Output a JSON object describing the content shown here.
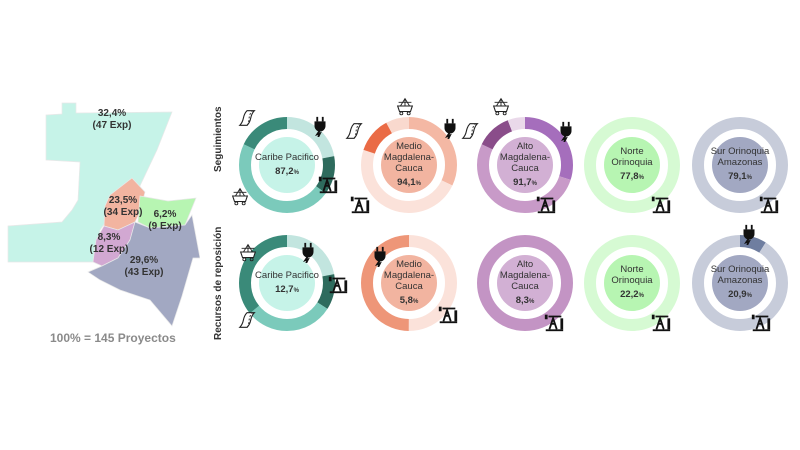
{
  "map": {
    "regions": [
      {
        "name": "Caribe Pacifico",
        "pct": "32,4%",
        "exp": "(47 Exp)",
        "color": "#c6f3e8"
      },
      {
        "name": "Medio Magdalena-Cauca",
        "pct": "23,5%",
        "exp": "(34 Exp)",
        "color": "#f2b4a0"
      },
      {
        "name": "Norte Orinoquia",
        "pct": "6,2%",
        "exp": "(9 Exp)",
        "color": "#b7f5b2"
      },
      {
        "name": "Alto Magdalena-Cauca",
        "pct": "8,3%",
        "exp": "(12 Exp)",
        "color": "#d2a8d2"
      },
      {
        "name": "Sur Orinoquia Amazonas",
        "pct": "29,6%",
        "exp": "(43 Exp)",
        "color": "#a2a8c2"
      }
    ],
    "total": "100% = 145 Proyectos"
  },
  "rows": [
    {
      "label": "Seguimientos",
      "donuts": [
        {
          "name": "Caribe Pacifico",
          "lines": [
            "Caribe Pacifico"
          ],
          "pct": "87,2",
          "center": "#c6f3e8",
          "segments": [
            {
              "v": 0.22,
              "c": "#c2e5df"
            },
            {
              "v": 0.13,
              "c": "#2e6b5d"
            },
            {
              "v": 0.47,
              "c": "#7bcabb"
            },
            {
              "v": 0.18,
              "c": "#3a8a79"
            }
          ],
          "icons": [
            "road",
            "plug",
            "cart",
            "pump"
          ]
        },
        {
          "name": "Medio Magdalena-Cauca",
          "lines": [
            "Medio",
            "Magdalena-",
            "Cauca"
          ],
          "pct": "94,1",
          "center": "#f2b4a0",
          "segments": [
            {
              "v": 0.32,
              "c": "#f4b8a4"
            },
            {
              "v": 0.48,
              "c": "#fbe2da"
            },
            {
              "v": 0.12,
              "c": "#ea6b45"
            },
            {
              "v": 0.08,
              "c": "#f9d9ce"
            }
          ],
          "icons": [
            "cart",
            "road",
            "plug",
            "pump"
          ]
        },
        {
          "name": "Alto Magdalena-Cauca",
          "lines": [
            "Alto",
            "Magdalena-",
            "Cauca"
          ],
          "pct": "91,7",
          "center": "#d2b0d4",
          "segments": [
            {
              "v": 0.3,
              "c": "#a56ebc"
            },
            {
              "v": 0.52,
              "c": "#c89ac8"
            },
            {
              "v": 0.12,
              "c": "#8a4d8a"
            },
            {
              "v": 0.06,
              "c": "#ead9ea"
            }
          ],
          "icons": [
            "cart",
            "road",
            "plug",
            "pump"
          ]
        },
        {
          "name": "Norte Orinoquia",
          "lines": [
            "Norte",
            "Orinoquia"
          ],
          "pct": "77,8",
          "center": "#b7f5b2",
          "segments": [
            {
              "v": 1,
              "c": "#d6fad3"
            }
          ],
          "icons": [
            "pump"
          ]
        },
        {
          "name": "Sur Orinoquia Amazonas",
          "lines": [
            "Sur Orinoquia",
            "Amazonas"
          ],
          "pct": "79,1",
          "center": "#a2a8c2",
          "segments": [
            {
              "v": 1,
              "c": "#c7ccda"
            }
          ],
          "icons": [
            "pump"
          ]
        }
      ]
    },
    {
      "label": "Recursos de reposición",
      "donuts": [
        {
          "name": "Caribe Pacifico",
          "lines": [
            "Caribe Pacifico"
          ],
          "pct": "12,7",
          "center": "#c6f3e8",
          "segments": [
            {
              "v": 0.22,
              "c": "#c2e5df"
            },
            {
              "v": 0.12,
              "c": "#2e6b5d"
            },
            {
              "v": 0.3,
              "c": "#7bcabb"
            },
            {
              "v": 0.36,
              "c": "#3a8a79"
            }
          ],
          "icons": [
            "cart",
            "plug",
            "pump",
            "road"
          ]
        },
        {
          "name": "Medio Magdalena-Cauca",
          "lines": [
            "Medio",
            "Magdalena-",
            "Cauca"
          ],
          "pct": "5,8",
          "center": "#f2b4a0",
          "segments": [
            {
              "v": 0.5,
              "c": "#fbe2da"
            },
            {
              "v": 0.5,
              "c": "#ee9678"
            }
          ],
          "icons": [
            "plug",
            "pump"
          ]
        },
        {
          "name": "Alto Magdalena-Cauca",
          "lines": [
            "Alto",
            "Magdalena-",
            "Cauca"
          ],
          "pct": "8,3",
          "center": "#d2b0d4",
          "segments": [
            {
              "v": 1,
              "c": "#c394c4"
            }
          ],
          "icons": [
            "pump"
          ]
        },
        {
          "name": "Norte Orinoquia",
          "lines": [
            "Norte",
            "Orinoquia"
          ],
          "pct": "22,2",
          "center": "#b7f5b2",
          "segments": [
            {
              "v": 1,
              "c": "#d6fad3"
            }
          ],
          "icons": [
            "pump"
          ]
        },
        {
          "name": "Sur Orinoquia Amazonas",
          "lines": [
            "Sur Orinoquia",
            "Amazonas"
          ],
          "pct": "20,9",
          "center": "#a2a8c2",
          "segments": [
            {
              "v": 0.09,
              "c": "#6f7ea0"
            },
            {
              "v": 0.91,
              "c": "#c7ccda"
            }
          ],
          "icons": [
            "plug",
            "pump"
          ]
        }
      ]
    }
  ],
  "pct_suffix": "%"
}
